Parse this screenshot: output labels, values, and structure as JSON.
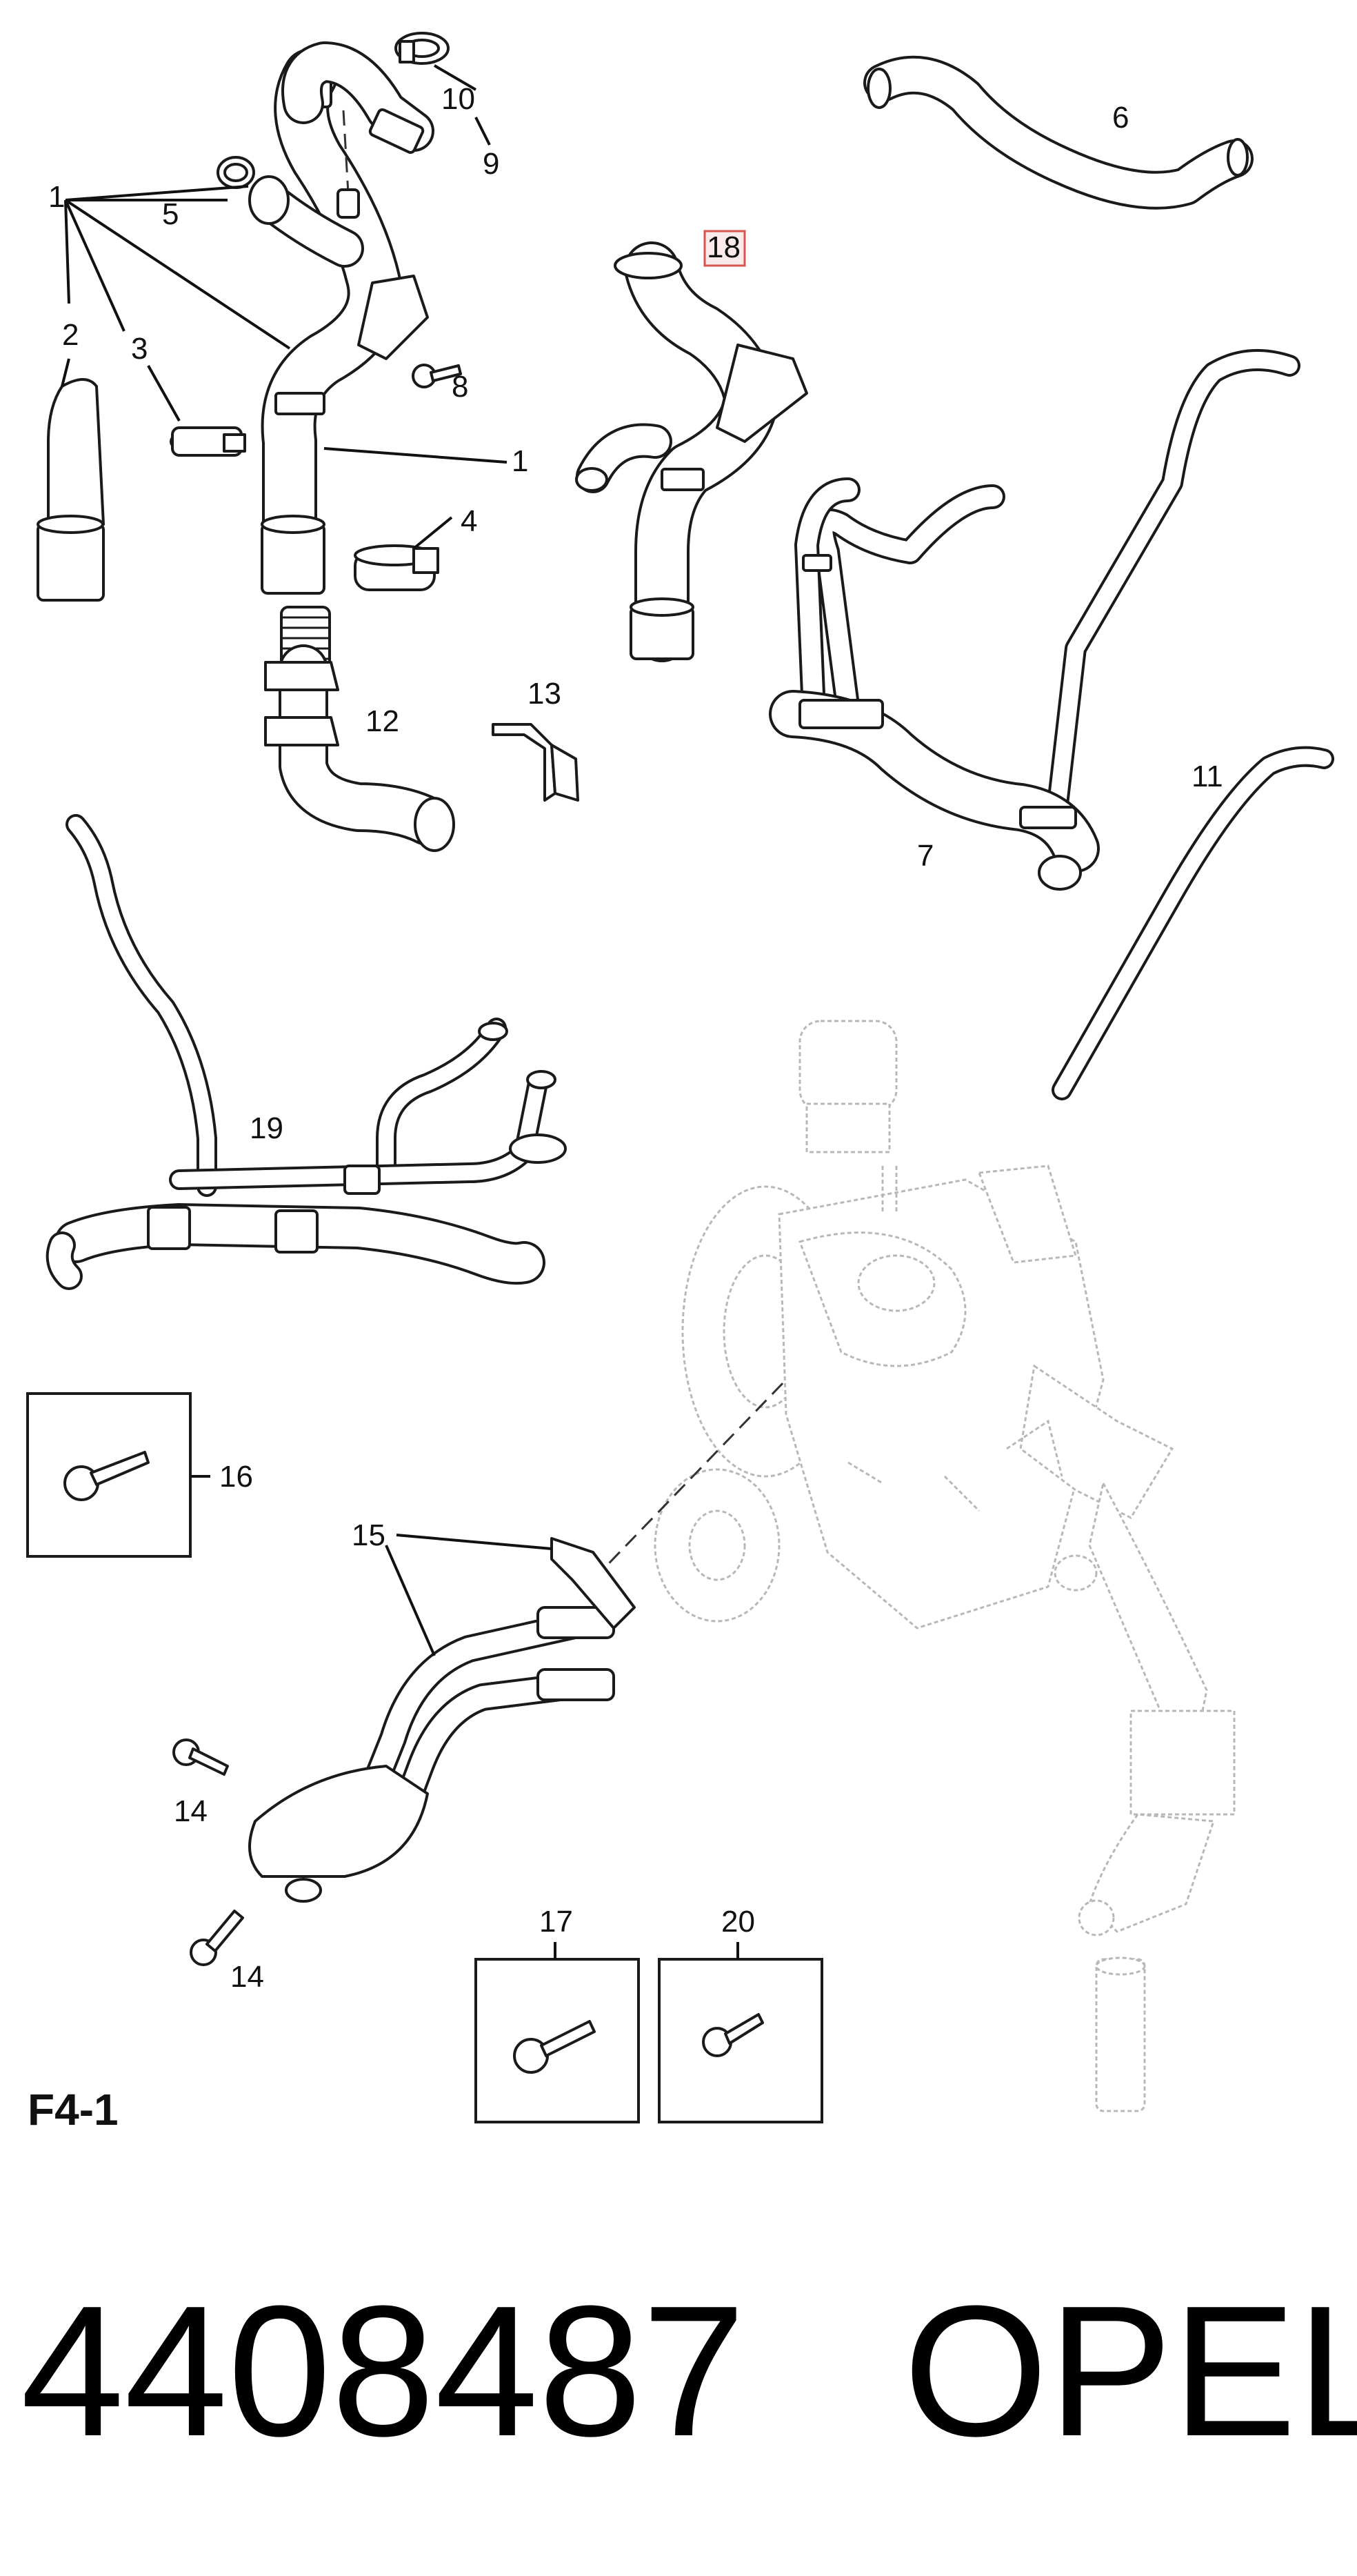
{
  "callouts": {
    "c1a": "1",
    "c1b": "1",
    "c2": "2",
    "c3": "3",
    "c4": "4",
    "c5": "5",
    "c6": "6",
    "c7": "7",
    "c8": "8",
    "c9": "9",
    "c10": "10",
    "c11": "11",
    "c12": "12",
    "c13": "13",
    "c14a": "14",
    "c14b": "14",
    "c15": "15",
    "c16": "16",
    "c17": "17",
    "c18": "18",
    "c19": "19",
    "c20": "20"
  },
  "section_label": "F4-1",
  "part_number": "4408487",
  "brand": "OPEL",
  "colors": {
    "line": "#1a1a1a",
    "ghost": "#b8b8b8",
    "highlight": "#d9534f"
  }
}
